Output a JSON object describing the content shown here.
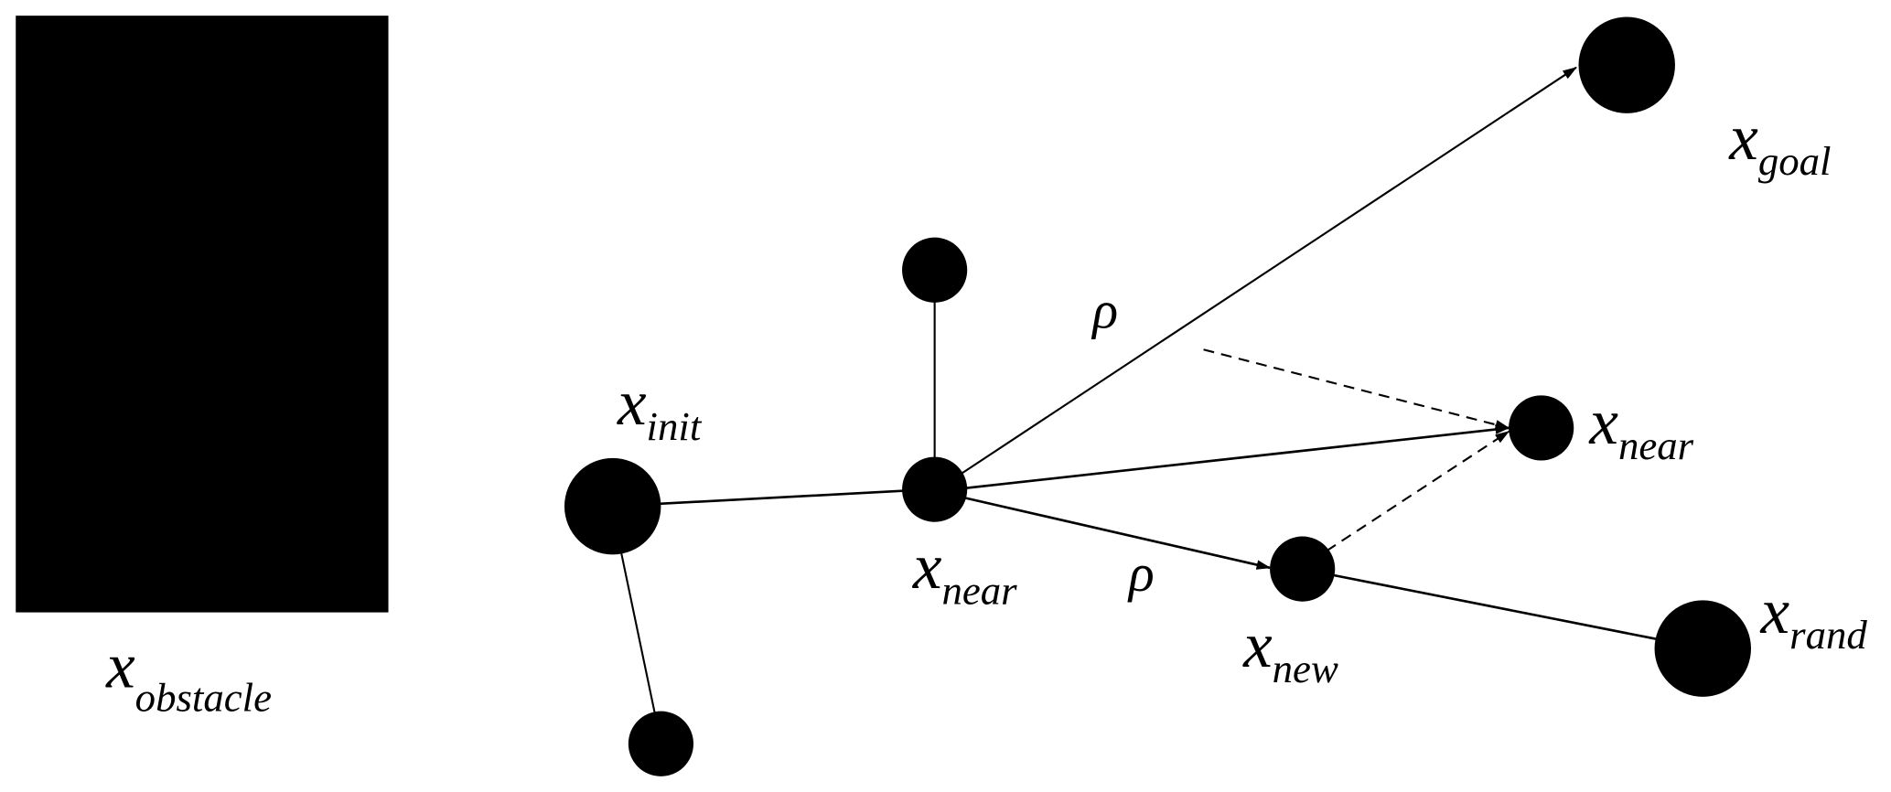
{
  "diagram": {
    "title": "RRT extension step",
    "colors": {
      "ink": "#000000",
      "background": "#ffffff"
    },
    "labels": {
      "obstacle": {
        "main": "x",
        "sub": "obstacle"
      },
      "init": {
        "main": "x",
        "sub": "init"
      },
      "near_1": {
        "main": "x",
        "sub": "near"
      },
      "near_2": {
        "main": "x",
        "sub": "near"
      },
      "goal": {
        "main": "x",
        "sub": "goal"
      },
      "new": {
        "main": "x",
        "sub": "new"
      },
      "rand": {
        "main": "x",
        "sub": "rand"
      },
      "step_upper": "ρ",
      "step_lower": "ρ"
    }
  }
}
